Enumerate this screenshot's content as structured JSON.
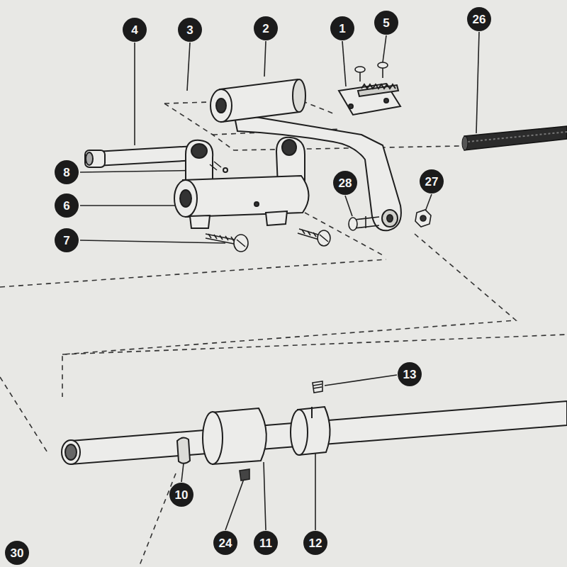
{
  "diagram": {
    "labels": [
      "4",
      "3",
      "2",
      "1",
      "5",
      "26",
      "8",
      "28",
      "27",
      "6",
      "7",
      "13",
      "10",
      "24",
      "11",
      "12",
      "30"
    ]
  }
}
